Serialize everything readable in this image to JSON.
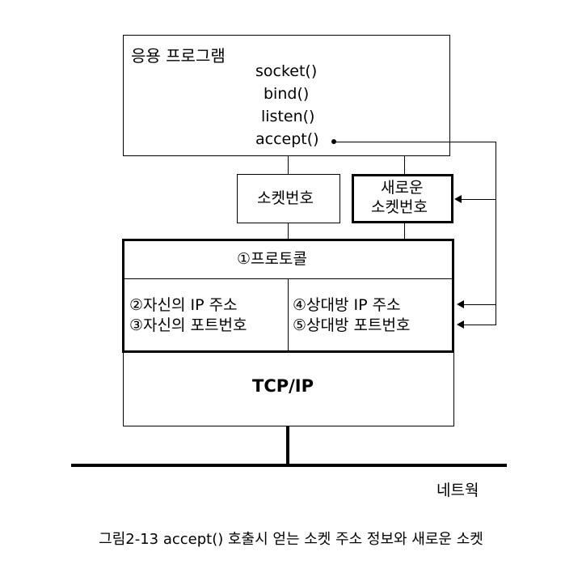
{
  "app_box": {
    "title": "응용 프로그램",
    "calls": [
      "socket()",
      "bind()",
      "listen()",
      "accept()"
    ]
  },
  "socket_number_box": {
    "label": "소켓번호"
  },
  "new_socket_box": {
    "line1": "새로운",
    "line2": "소켓번호"
  },
  "protocol_box": {
    "protocol": "①프로토콜",
    "local_ip": "②자신의 IP 주소",
    "local_port": "③자신의 포트번호",
    "remote_ip": "④상대방 IP 주소",
    "remote_port": "⑤상대방 포트번호"
  },
  "tcpip_box": {
    "label": "TCP/IP"
  },
  "network": {
    "label": "네트웍"
  },
  "caption": "그림2-13 accept() 호출시 얻는 소켓 주소 정보와 새로운 소켓"
}
